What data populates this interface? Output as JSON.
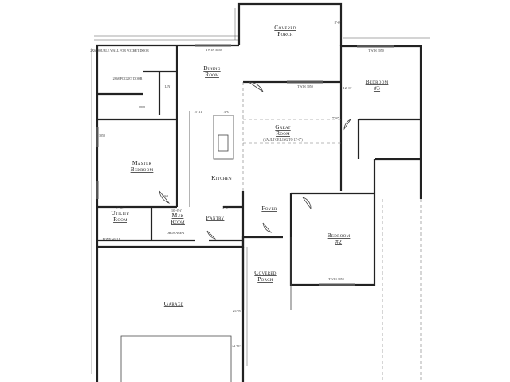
{
  "rooms": {
    "covered_porch_top": [
      "Covered",
      "Porch"
    ],
    "dining_room": [
      "Dining",
      "Room"
    ],
    "bedroom_3": [
      "Bedroom",
      "#3"
    ],
    "great_room": [
      "Great",
      "Room"
    ],
    "great_room_note": "(VAULT CEILING TO 12'-0\")",
    "master_bedroom": [
      "Master",
      "Bedroom"
    ],
    "kitchen": "Kitchen",
    "utility_room": [
      "Utility",
      "Room"
    ],
    "mud_room": [
      "Mud",
      "Room"
    ],
    "pantry": "Pantry",
    "foyer": "Foyer",
    "bedroom_2": [
      "Bedroom",
      "#2"
    ],
    "covered_porch_bottom": [
      "Covered",
      "Porch"
    ],
    "garage": "Garage"
  },
  "annotations": {
    "window_label": "TWIN 3050",
    "drop_area": "DROP AREA",
    "pony_wall": "PONY WALL",
    "pocket_note": "2X6 DOUBLE WALL FOR POCKET DOOR",
    "pocket_door": "2868 POCKET DOOR",
    "door_2868": "2868",
    "door_3068": "3068",
    "window_3050": "3050",
    "linen": "LIN"
  },
  "dimensions": {
    "mud_width": "10'-6½\"",
    "garage_depth": "21'-8\"",
    "garage_lower": "12'-8½\"",
    "porch_depth": "8'-0\"",
    "bedroom3_depth": "12'-0\"",
    "great_depth": "17'-8\"",
    "kitchen_a": "5'-11\"",
    "kitchen_b": "3'-0\"",
    "utility_w": "7'-6½\"",
    "pantry_w": "3'-6\""
  }
}
